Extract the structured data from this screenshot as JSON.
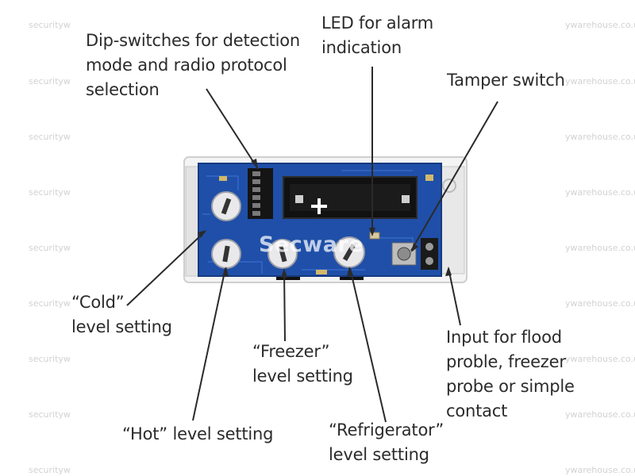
{
  "watermarks": {
    "left": "securityw",
    "right": "ywarehouse.co.u"
  },
  "board_watermark": "Secware",
  "labels": {
    "dip_switches": [
      "Dip-switches for detection",
      "mode and radio protocol",
      "selection"
    ],
    "led": [
      "LED for alarm",
      "indication"
    ],
    "tamper": [
      "Tamper switch"
    ],
    "cold": [
      "“Cold”",
      "level setting"
    ],
    "hot": [
      "“Hot” level setting"
    ],
    "freezer": [
      "“Freezer”",
      "level setting"
    ],
    "refrigerator": [
      "“Refrigerator”",
      "level setting"
    ],
    "input": [
      "Input for flood",
      "proble, freezer",
      "probe or simple",
      "contact"
    ]
  },
  "colors": {
    "pcb": "#1f4fa8",
    "pcb_dark": "#163a80",
    "housing": "#f3f3f3",
    "leader": "#2a2a2a",
    "text": "#2b2b2b"
  }
}
